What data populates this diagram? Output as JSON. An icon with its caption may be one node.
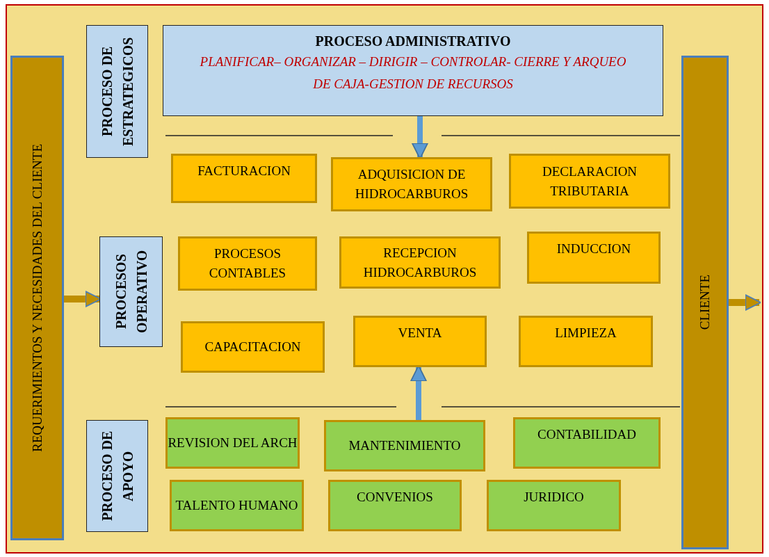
{
  "diagram": {
    "nodes": [
      {
        "text": [
          "REQUERIMIENTOS Y NECESIDADES DEL CLIENTE"
        ]
      },
      {
        "text": [
          "PROCESO DE ESTRATEGICOS"
        ]
      },
      {
        "text": [
          "PROCESO ADMINISTRATIVO",
          "PLANIFICAR– ORGANIZAR – DIRIGIR – CONTROLAR- CIERRE Y ARQUEO DE CAJA-GESTION DE RECURSOS"
        ]
      },
      {
        "text": [
          "CLIENTE"
        ]
      },
      {
        "text": [
          "FACTURACION"
        ]
      },
      {
        "text": [
          "ADQUISICION DE HIDROCARBUROS"
        ]
      },
      {
        "text": [
          "DECLARACION TRIBUTARIA"
        ]
      },
      {
        "text": [
          "PROCESOS OPERATIVO"
        ]
      },
      {
        "text": [
          "PROCESOS CONTABLES"
        ]
      },
      {
        "text": [
          "RECEPCION HIDROCARBUROS"
        ]
      },
      {
        "text": [
          "INDUCCION"
        ]
      },
      {
        "text": [
          "CAPACITACION"
        ]
      },
      {
        "text": [
          "VENTA"
        ]
      },
      {
        "text": [
          "LIMPIEZA"
        ]
      },
      {
        "text": [
          "PROCESO DE APOYO"
        ]
      },
      {
        "text": [
          "REVISION DEL ARCH"
        ]
      },
      {
        "text": [
          "MANTENIMIENTO"
        ]
      },
      {
        "text": [
          "CONTABILIDAD"
        ]
      },
      {
        "text": [
          "TALENTO HUMANO"
        ]
      },
      {
        "text": [
          "CONVENIOS"
        ]
      },
      {
        "text": [
          "JURIDICO"
        ]
      }
    ],
    "edges": [
      {
        "from": 0,
        "to": 7,
        "arrow": "to"
      },
      {
        "from": 2,
        "to": 5,
        "arrow": "to",
        "color": "#5b9bd5"
      },
      {
        "from": 3,
        "to": null,
        "arrow": "to"
      },
      {
        "from": 16,
        "to": 12,
        "arrow": "to",
        "color": "#5b9bd5"
      }
    ]
  }
}
